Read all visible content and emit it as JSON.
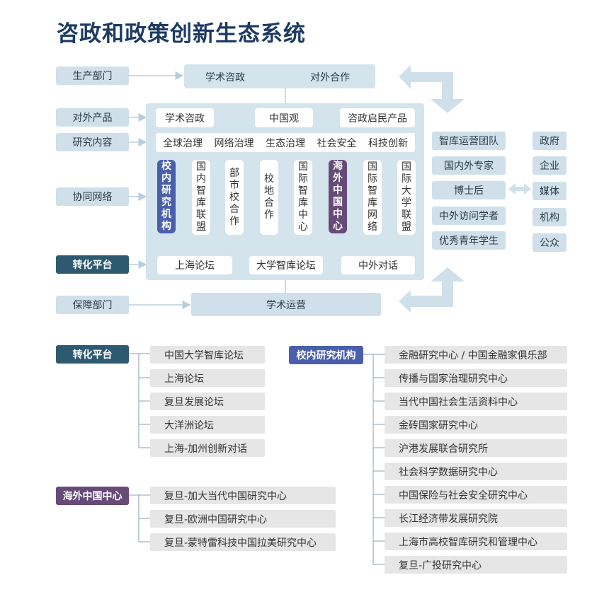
{
  "title": "咨政和政策创新生态系统",
  "left_labels": [
    "生产部门",
    "对外产品",
    "研究内容",
    "协同网络",
    "转化平台",
    "保障部门"
  ],
  "top_box": [
    "学术咨政",
    "对外合作"
  ],
  "products": [
    "学术咨政",
    "中国观",
    "咨政启民产品"
  ],
  "topics": [
    "全球治理",
    "网络治理",
    "生态治理",
    "社会安全",
    "科技创新"
  ],
  "network": [
    "校内研究机构",
    "国内智库联盟",
    "部市校合作",
    "校地合作",
    "国际智库中心",
    "海外中国中心",
    "国际智库网络",
    "国际大学联盟"
  ],
  "platforms": [
    "上海论坛",
    "大学智库论坛",
    "中外对话"
  ],
  "bottom_box": "学术运营",
  "team": [
    "智库运营团队",
    "国内外专家",
    "博士后",
    "中外访问学者",
    "优秀青年学生"
  ],
  "audience": [
    "政府",
    "企业",
    "媒体",
    "机构",
    "公众"
  ],
  "zhuanhua": {
    "header": "转化平台",
    "items": [
      "中国大学智库论坛",
      "上海论坛",
      "复旦发展论坛",
      "大洋洲论坛",
      "上海-加州创新对话"
    ]
  },
  "haiwai": {
    "header": "海外中国中心",
    "items": [
      "复旦-加大当代中国研究中心",
      "复旦-欧洲中国研究中心",
      "复旦-蒙特雷科技中国拉美研究中心"
    ]
  },
  "xiaonei": {
    "header": "校内研究机构",
    "items": [
      "金融研究中心 / 中国金融家俱乐部",
      "传播与国家治理研究中心",
      "当代中国社会生活资料中心",
      "金砖国家研究中心",
      "沪港发展联合研究所",
      "社会科学数据研究中心",
      "中国保险与社会安全研究中心",
      "长江经济带发展研究院",
      "上海市高校智库研究和管理中心",
      "复旦-广投研究中心"
    ]
  },
  "colors": {
    "title": "#1d3a64",
    "box": "#cfe0ea",
    "dark": "#2e5a71",
    "blue": "#4a5fab",
    "purple": "#664a78",
    "item": "#e6e6e6"
  }
}
